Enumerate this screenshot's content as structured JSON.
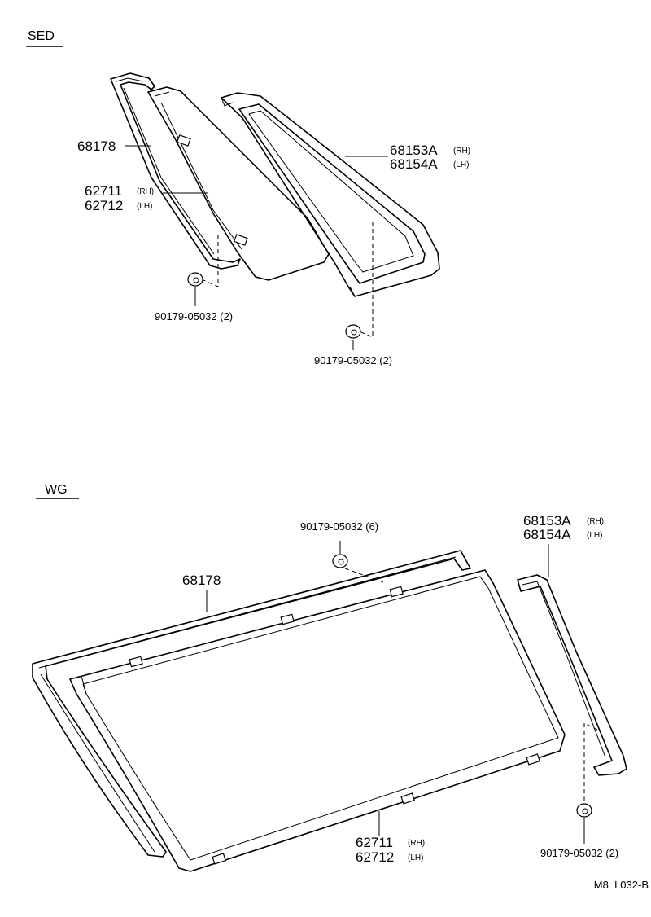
{
  "sections": {
    "sed": {
      "title": "SED",
      "labels": {
        "molding": "68178",
        "glass_rh": "62711",
        "glass_rh_side": "(RH)",
        "glass_lh": "62712",
        "glass_lh_side": "(LH)",
        "weatherstrip_rh": "68153A",
        "weatherstrip_rh_side": "(RH)",
        "weatherstrip_lh": "68154A",
        "weatherstrip_lh_side": "(LH)",
        "clip_left": "90179-05032 (2)",
        "clip_right": "90179-05032 (2)"
      }
    },
    "wg": {
      "title": "WG",
      "labels": {
        "molding": "68178",
        "clip_top": "90179-05032 (6)",
        "weatherstrip_rh": "68153A",
        "weatherstrip_rh_side": "(RH)",
        "weatherstrip_lh": "68154A",
        "weatherstrip_lh_side": "(LH)",
        "glass_rh": "62711",
        "glass_rh_side": "(RH)",
        "glass_lh": "62712",
        "glass_lh_side": "(LH)",
        "clip_bottom": "90179-05032 (2)"
      }
    }
  },
  "footer": {
    "code": "M8  L032-B"
  }
}
